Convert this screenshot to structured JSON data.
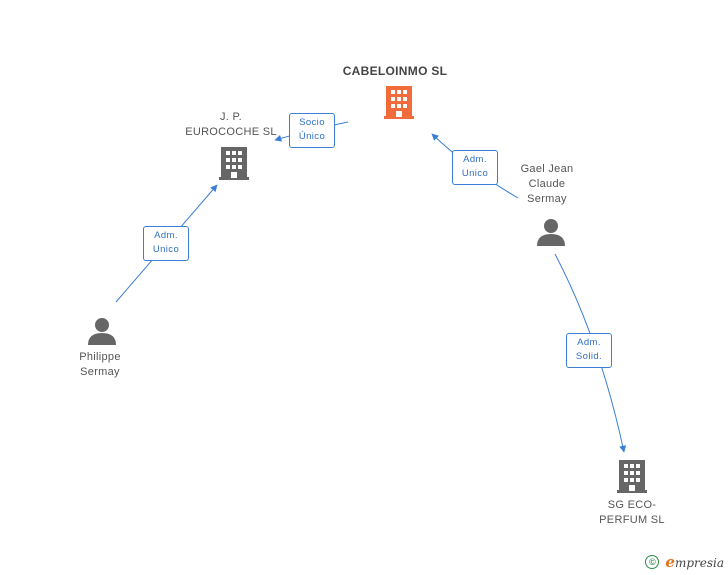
{
  "nodes": {
    "cabeloinmo": {
      "label": "CABELOINMO SL",
      "kind": "company",
      "color": "#f26b3a"
    },
    "jp_eurocoche": {
      "label_line1": "J. P.",
      "label_line2": "EUROCOCHE SL",
      "kind": "company",
      "color": "#666666"
    },
    "gael": {
      "label_line1": "Gael Jean",
      "label_line2": "Claude",
      "label_line3": "Sermay",
      "kind": "person",
      "color": "#666666"
    },
    "philippe": {
      "label_line1": "Philippe",
      "label_line2": "Sermay",
      "kind": "person",
      "color": "#666666"
    },
    "sg_eco": {
      "label_line1": "SG ECO-",
      "label_line2": "PERFUM SL",
      "kind": "company",
      "color": "#666666"
    }
  },
  "edges": {
    "socio_unico": {
      "line1": "Socio",
      "line2": "Único"
    },
    "adm_unico_gael": {
      "line1": "Adm.",
      "line2": "Unico"
    },
    "adm_unico_philippe": {
      "line1": "Adm.",
      "line2": "Unico"
    },
    "adm_solid": {
      "line1": "Adm.",
      "line2": "Solid."
    }
  },
  "colors": {
    "edge": "#3a7fd5",
    "company_main": "#f26b3a",
    "entity": "#666666"
  },
  "icons": {
    "company": "building-icon",
    "person": "person-icon"
  },
  "footer": {
    "copyright_symbol": "©",
    "brand_initial": "e",
    "brand_rest": "mpresia"
  }
}
